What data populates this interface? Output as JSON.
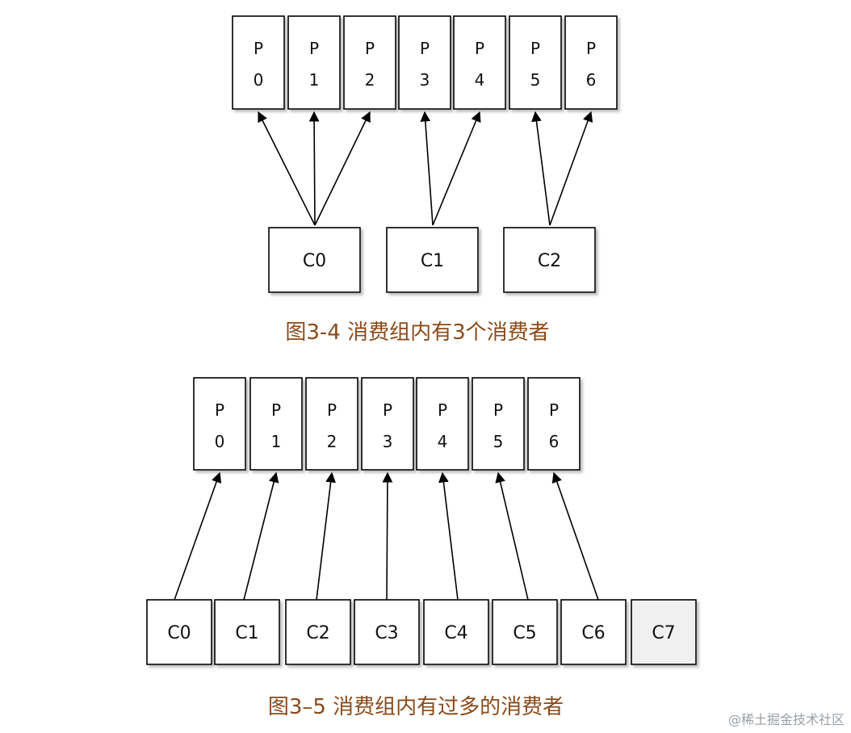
{
  "diagrams": [
    {
      "partitions": [
        {
          "line1": "P",
          "line2": "0"
        },
        {
          "line1": "P",
          "line2": "1"
        },
        {
          "line1": "P",
          "line2": "2"
        },
        {
          "line1": "P",
          "line2": "3"
        },
        {
          "line1": "P",
          "line2": "4"
        },
        {
          "line1": "P",
          "line2": "5"
        },
        {
          "line1": "P",
          "line2": "6"
        }
      ],
      "consumers": [
        {
          "label": "C0",
          "targets": [
            0,
            1,
            2
          ],
          "idle": false
        },
        {
          "label": "C1",
          "targets": [
            3,
            4
          ],
          "idle": false
        },
        {
          "label": "C2",
          "targets": [
            5,
            6
          ],
          "idle": false
        }
      ],
      "caption": "图3-4 消费组内有3个消费者"
    },
    {
      "partitions": [
        {
          "line1": "P",
          "line2": "0"
        },
        {
          "line1": "P",
          "line2": "1"
        },
        {
          "line1": "P",
          "line2": "2"
        },
        {
          "line1": "P",
          "line2": "3"
        },
        {
          "line1": "P",
          "line2": "4"
        },
        {
          "line1": "P",
          "line2": "5"
        },
        {
          "line1": "P",
          "line2": "6"
        }
      ],
      "consumers": [
        {
          "label": "C0",
          "targets": [
            0
          ],
          "idle": false
        },
        {
          "label": "C1",
          "targets": [
            1
          ],
          "idle": false
        },
        {
          "label": "C2",
          "targets": [
            2
          ],
          "idle": false
        },
        {
          "label": "C3",
          "targets": [
            3
          ],
          "idle": false
        },
        {
          "label": "C4",
          "targets": [
            4
          ],
          "idle": false
        },
        {
          "label": "C5",
          "targets": [
            5
          ],
          "idle": false
        },
        {
          "label": "C6",
          "targets": [
            6
          ],
          "idle": false
        },
        {
          "label": "C7",
          "targets": [],
          "idle": true
        }
      ],
      "caption": "图3–5 消费组内有过多的消费者"
    }
  ],
  "colors": {
    "caption": "#8a4a1a",
    "box_border": "#000000",
    "idle_fill": "#f0f0f0",
    "arrow": "#000000"
  },
  "watermark": "@稀土掘金技术社区"
}
